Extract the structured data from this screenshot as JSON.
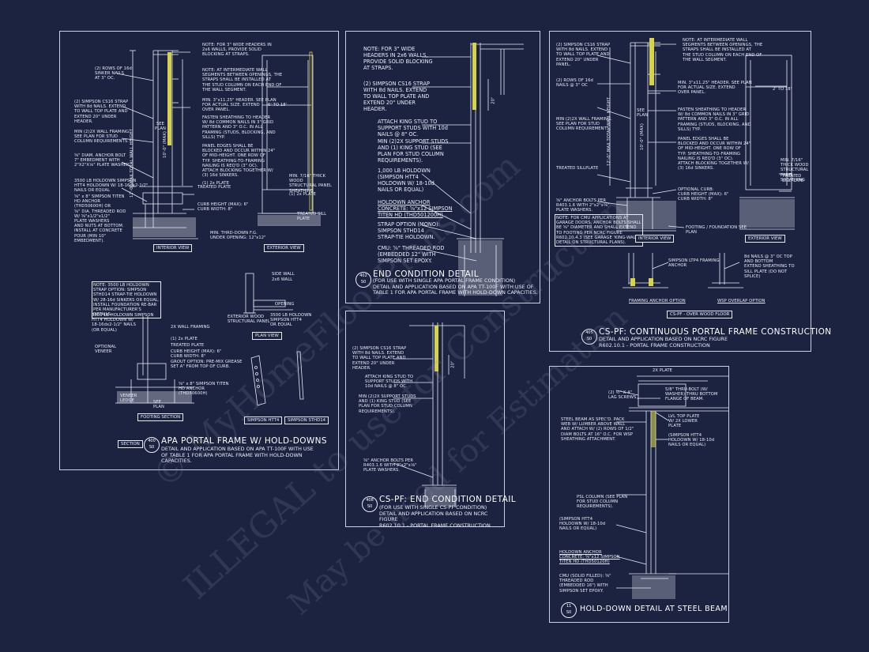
{
  "colors": {
    "background": "#1c2340",
    "line": "#e8ecf6",
    "strap": "#d6d24a"
  },
  "watermark": {
    "line1": "© MyHomeFloorPlans.com",
    "line2": "ILLEGAL to use for Construction",
    "line3": "May be used for Estimation"
  },
  "s1": {
    "notes_left": [
      "(2) ROWS OF 16d\nSINKER NAILS\nAT 3\" OC.",
      "(2) SIMPSON CS16 STRAP\nWITH 8d NAILS. EXTEND\nTO WALL TOP PLATE AND\nEXTEND 20\" UNDER\nHEADER.",
      "MIN (2)2X WALL FRAMING.\nSEE PLAN FOR STUD\nCOLUMN REQUIREMENTS.",
      "⅝\" DIAM. ANCHOR BOLT\n7\" EMBEDMENT WITH\n2\"X2\"X⅛\" PLATE WASHER.",
      "3500 LB HOLDOWN SIMPSON\nHTT4 HOLDOWN W/ 18-16dx2-1/2\"\nNAILS OR EQUAL",
      "⅝\" x 8\" SIMPSON TITEN\nHD ANCHOR\n(THD50600H) OR\n⅝\" DIA. THREADED ROD\nW/ ⅝\"x1/2\"x1/2\"\nPLATE WASHERS\nAND NUTS AT BOTTOM.\nINSTALL AT CONCRETE\nPOUR (MIN 10\"\nEMBEDMENT)."
    ],
    "notes_mid": [
      "NOTE: FOR 3\" WIDE HEADERS IN\n2x6 WALLS, PROVIDE SOLID\nBLOCKING AT STRAPS.",
      "NOTE: AT INTERMEDIATE WALL\nSEGMENTS BETWEEN OPENINGS, THE\nSTRAPS SHALL BE INSTALLED AT\nTHE STUD COLUMN ON EACH END OF\nTHE WALL SEGMENT.",
      "MIN. 3\"x11.25\" HEADER. SEE PLAN\nFOR ACTUAL SIZE. EXTEND\nOVER PANEL.",
      "FASTEN SHEATHING TO HEADER\nW/ 8d COMMON NAILS IN 3\" GRID\nPATTERN AND 3\" O.C. IN ALL\nFRAMING (STUDS, BLOCKING, AND\nSILLS) TYP.",
      "PANEL EDGES SHALL BE\nBLOCKED AND OCCUR WITHIN 24\"\nOF MID-HEIGHT. ONE ROW OF\nTYP. SHEATHING-TO-FRAMING\nNAILING IS REQ'D (3\" OC).\nATTACH BLOCKING TOGETHER W/\n(3) 16d SINKERS.",
      "(1) 2x PLATE",
      "TREATED PLATE",
      "CURB HEIGHT (MAX): 6\"\nCURB WIDTH: 8\"",
      "MIN. THRD-DOWN F.G.\nUNDER OPENING: 12\"x12\""
    ],
    "notes_right": [
      "6' TO 18'",
      "MIN. 7/16\" THICK WOOD\nSTRUCTURAL PANEL\nSHEATHING",
      "(1) 2x PLATE",
      "TREATED SILL PLATE"
    ],
    "see_plan": "SEE\nPLAN",
    "height": "10'-0\" (MAX)",
    "height2": "12'-0\" MAX TOTAL WALL HEIGHT",
    "interior_view": "INTERIOR VIEW",
    "exterior_view": "EXTERIOR VIEW",
    "holdown_note": "NOTE: 3500 LB HOLDOWN\nSTRAP OPTION: SIMPSON\nSTHD14 STRAP-TIE HOLDOWN\nW/ 28-16d SINKERS OR EQUAL.\nINSTALL FOUNDATION RE-BAR\nPER MANUFACTURER'S\nDETAILS.",
    "footing_notes": [
      "3500 LB HOLDOWN SIMPSON\nHTT4 HOLDOWN W/\n18-16dx2-1/2\" NAILS\n(OR EQUAL)",
      "OPTIONAL\nVENEER",
      "VENEER\nLEDGE",
      "2X WALL FRAMING",
      "(1) 2x PLATE",
      "TREATED PLATE",
      "CURB HEIGHT (MAX): 6\"\nCURB WIDTH: 8\"",
      "GROUT OPTION: PRE-MIX GREASE\nSET A\" FROM TOP OF CURB.",
      "⅝\" x 8\" SIMPSON TITEN\nHD ANCHOR\n(THD50600H)"
    ],
    "see_plan2": "SEE\nPLAN",
    "footing_section": "FOOTING SECTION",
    "plan_notes": [
      "SIDE WALL",
      "2x6 WALL",
      "OPENING",
      "EXTERIOR WOOD\nSTRUCTURAL PANEL",
      "3500 LB HOLDOWN\nSIMPSON HTT4\nOR EQUAL"
    ],
    "plan_view": "PLAN VIEW",
    "htt4": "SIMPSON HTT4",
    "sthd14": "SIMPSON STHD14",
    "section_label": "SECTION",
    "code_top": "400",
    "code_bot": "S0",
    "title": "APA PORTAL FRAME W/ HOLD-DOWNS",
    "desc": "DETAIL AND APPLICATION BASED ON APA TT-100F WITH USE\nOF TABLE 1 FOR APA PORTAL FRAME WITH HOLD-DOWN\nCAPACITIES."
  },
  "s2": {
    "notes": [
      "NOTE: FOR 3\" WIDE\nHEADERS IN 2x6 WALLS,\nPROVIDE SOLID BLOCKING\nAT STRAPS.",
      "(2) SIMPSON CS16 STRAP\nWITH 8d NAILS. EXTEND\nTO WALL TOP PLATE AND\nEXTEND 20\" UNDER\nHEADER.",
      "ATTACH KING STUD TO\nSUPPORT STUDS WITH 10d\nNAILS @ 8\" OC.",
      "MIN (2)2X SUPPORT STUDS\nAND (1) KING STUD (SEE\nPLAN FOR STUD COLUMN\nREQUIREMENTS).",
      "1,000 LB HOLDOWN\n(SIMPSON HTT4\nHOLDOWN W/ 18-10d\nNAILS OR EQUAL)",
      "HOLDOWN ANCHOR\nCONCRETE: ⅝\"x12 SIMPSON\nTITEN HD (THD501200H)",
      "STRAP OPTION (MONO):\nSIMPSON STHD14\nSTRAP-TIE HOLDOWN.",
      "CMU: ⅝\" THREADED ROD\n(EMBEDDED 12\" WITH\nSIMPSON SET EPOXY."
    ],
    "dim": "20\"",
    "code_top": "402",
    "code_bot": "S0",
    "title": "END CONDITION DETAIL",
    "desc": "(FOR USE WITH SINGLE APA PORTAL FRAME CONDITION)\nDETAIL AND APPLICATION BASED ON APA TT-100F WITH USE OF\nTABLE 1 FOR APA PORTAL FRAME WITH HOLD-DOWN CAPACITIES."
  },
  "s3": {
    "notes": [
      "(2) SIMPSON CS16 STRAP\nWITH 8d NAILS. EXTEND\nTO WALL TOP PLATE AND\nEXTEND 20\" UNDER\nHEADER.",
      "ATTACH KING STUD TO\nSUPPORT STUDS WITH\n10d NAILS @ 8\" OC.",
      "MIN (2)2X SUPPORT STUDS\nAND (1) KING STUD (SEE\nPLAN FOR STUD COLUMN\nREQUIREMENTS).",
      "⅝\" ANCHOR BOLTS PER\nR403.1.6 WITH 2\"x2\"x⅛\"\nPLATE WASHERS."
    ],
    "dim": "20\"",
    "code_top": "408",
    "code_bot": "S0",
    "title": "CS-PF: END CONDITION DETAIL",
    "desc": "(FOR USE WITH SINGLE CS-PF CONDITION)\nDETAIL AND APPLICATION BASED ON NCRC FIGURE\nR602.10.1 - PORTAL FRAME CONSTRUCTION"
  },
  "s4": {
    "notes_left": [
      "(2) SIMPSON CS16 STRAP\nWITH 8d NAILS. EXTEND\nTO WALL TOP PLATE AND\nEXTEND 20\" UNDER\nPANEL.",
      "(2) ROWS OF 16d\nNAILS @ 3\" OC",
      "MIN (2)2X WALL FRAMING.\nSEE PLAN FOR STUD\nCOLUMN REQUIREMENTS.",
      "TREATED SILLPLATE",
      "⅝\" ANCHOR BOLTS PER\nR403.1.6 WITH 2\"x2\"x⅛\"\nPLATE WASHERS."
    ],
    "note_box": "NOTE: FOR CMU APPLICATIONS AT\nGARAGE DOORS, ANCHOR BOLTS SHALL\nBE ⅝\" DIAMETER AND SHALL EXTEND\nTO FOOTING PER NCRC FIGURE\nR602.10.4.3 (SEE GARAGE 'KING-WALL'\nDETAIL ON STRUCTURAL PLANS).",
    "notes_mid": [
      "NOTE: AT INTERMEDIATE WALL\nSEGMENTS BETWEEN OPENINGS, THE\nSTRAPS SHALL BE INSTALLED AT\nTHE STUD COLUMN ON EACH END OF\nTHE WALL SEGMENT.",
      "MIN. 3\"x11.25\" HEADER. SEE PLAN\nFOR ACTUAL SIZE. EXTEND\nOVER PANEL.",
      "FASTEN SHEATHING TO HEADER\nW/ 8d COMMON NAILS IN 3\" GRID\nPATTERN AND 3\" O.C. IN ALL\nFRAMING (STUDS, BLOCKING, AND\nSILLS) TYP.",
      "PANEL EDGES SHALL BE\nBLOCKED AND OCCUR WITHIN 24\"\nOF MID-HEIGHT. ONE ROW OF\nTYP. SHEATHING-TO-FRAMING\nNAILING IS REQ'D (3\" OC).\nATTACH BLOCKING TOGETHER W/\n(3) 16d SINKERS.",
      "OPTIONAL CURB:\nCURB HEIGHT (MAX): 6\"\nCURB WIDTH: 8\"",
      "FOOTING / FOUNDATION SEE\nPLAN"
    ],
    "notes_right": [
      "2' TO 18'",
      "MIN. 7/16\" THICK WOOD\nSTRUCTURAL PANEL\nSHEATHING",
      "TREATED SILLPLATE"
    ],
    "see_plan": "SEE\nPLAN",
    "height": "10'-0\" (MAX)",
    "height2": "12'-0\" MAX TOTAL WALL HEIGHT",
    "interior_view": "INTERIOR VIEW",
    "exterior_view": "EXTERIOR VIEW",
    "anchor_note": "SIMPSON LTP4 FRAMING\nANCHOR",
    "overlap_note": "8d NAILS @ 3\" OC TOP\nAND BOTTOM\nEXTEND SHEATHING TO\nSILL PLATE (DO NOT\nSPLICE)",
    "framing_anchor": "FRAMING ANCHOR OPTION",
    "wsp_overlap": "WSP OVERLAP OPTION",
    "over_wood": "CS-PF - OVER WOOD FLOOR",
    "code_top": "405",
    "code_bot": "S0",
    "title": "CS-PF: CONTINUOUS PORTAL FRAME CONSTRUCTION",
    "desc": "DETAIL AND APPLICATION BASED ON NCRC FIGURE\nR602.10.1 - PORTAL FRAME CONSTRUCTION"
  },
  "s5": {
    "plate": "2X PLATE",
    "lag": "(2) ½\" X 4\"\nLAG SCREWS",
    "thru_bolt": "5/8\" THRU-BOLT (W/\nWASHER) THRU BOTTOM\nFLANGE OF BEAM.",
    "beam": "STEEL BEAM AS SPEC'D. PACK\nWEB W/ LUMBER ABOVE WALL\nAND ATTACH W/ (2) ROWS OF 1/2\"\nDIAM BOLTS AT 16\" O.C. FOR WSP\nSHEATHING ATTACHMENT.",
    "lvl": "LVL TOP PLATE\nW/ 2X LOWER\nPLATE",
    "htt4_top": "(SIMPSON HTT4\nHOLDOWN W/ 18-10d\nNAILS OR EQUAL)",
    "psl": "PSL COLUMN (SEE PLAN\nFOR STUD COLUMN\nREQUIREMENTS).",
    "htt4_bot": "(SIMPSON HTT4\nHOLDOWN W/ 18-10d\nNAILS OR EQUAL)",
    "anchor": "HOLDOWN ANCHOR\nCONCRETE: ⅝\"x12 SIMPSON\nTITEN HD (THD50120H)",
    "cmu": "CMU (SOLID FILLED): ⅝\"\nTHREADED ROD\n(EMBEDDED 16\") WITH\nSIMPSON SET EPOXY.",
    "code_top": "11",
    "code_bot": "S0",
    "title": "HOLD-DOWN DETAIL AT STEEL BEAM"
  }
}
